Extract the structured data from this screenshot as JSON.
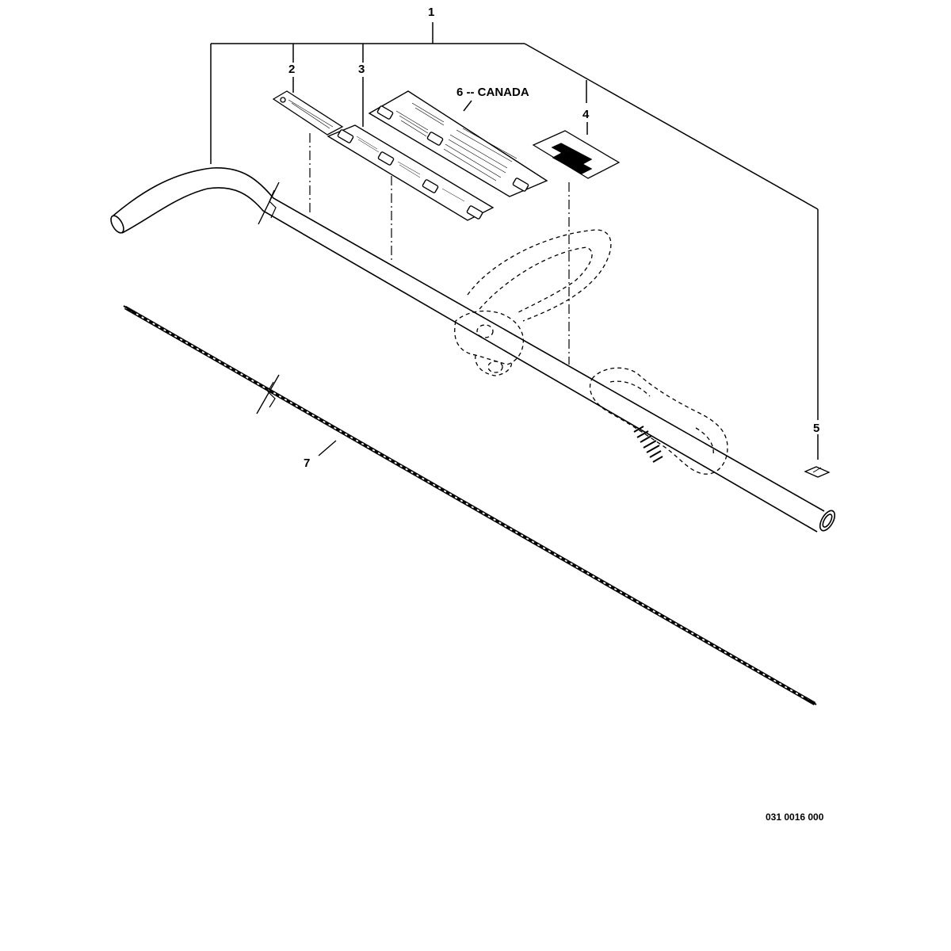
{
  "callouts": {
    "item1": "1",
    "item2": "2",
    "item3": "3",
    "item4": "4",
    "item5": "5",
    "item6": "6 -- CANADA",
    "item7": "7"
  },
  "drawing_code": "031 0016 000",
  "colors": {
    "ink": "#000000",
    "paper": "#ffffff"
  }
}
